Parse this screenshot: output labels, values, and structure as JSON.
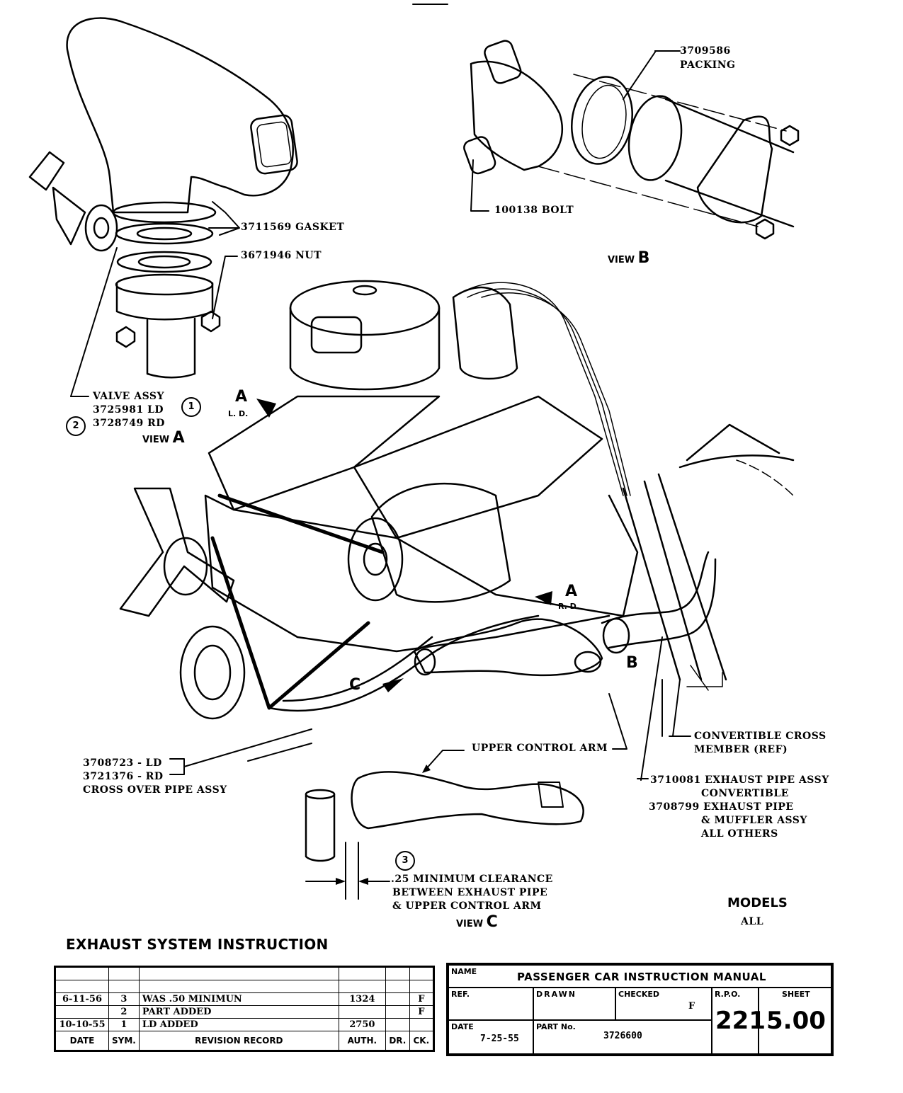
{
  "document": {
    "title": "EXHAUST SYSTEM INSTRUCTION",
    "models_label": "MODELS",
    "models_value": "ALL"
  },
  "callouts": {
    "gasket": "3711569 GASKET",
    "nut": "3671946 NUT",
    "valve_assy": [
      "VALVE ASSY",
      "3725981 LD",
      "3728749 RD"
    ],
    "packing": [
      "3709586",
      "PACKING"
    ],
    "bolt": "100138 BOLT",
    "cross_over": [
      "3708723 - LD",
      "3721376 - RD",
      "CROSS OVER PIPE ASSY"
    ],
    "upper_control_arm": "UPPER CONTROL ARM",
    "convertible_cross_member": [
      "CONVERTIBLE CROSS",
      "MEMBER (REF)"
    ],
    "exhaust_pipe": [
      "3710081 EXHAUST PIPE ASSY",
      "CONVERTIBLE",
      "3708799 EXHAUST PIPE",
      "& MUFFLER ASSY",
      "ALL OTHERS"
    ],
    "clearance": [
      ".25 MINIMUM CLEARANCE",
      "BETWEEN EXHAUST PIPE",
      "& UPPER CONTROL ARM"
    ]
  },
  "views": {
    "a": {
      "word": "VIEW",
      "letter": "A"
    },
    "b": {
      "word": "VIEW",
      "letter": "B"
    },
    "c": {
      "word": "VIEW",
      "letter": "C"
    }
  },
  "markers": {
    "a_ld": {
      "letter": "A",
      "side": "L. D."
    },
    "a_rd": {
      "letter": "A",
      "side": "R. D."
    },
    "b": "B",
    "c": "C",
    "circle1": "1",
    "circle2": "2",
    "circle3": "3"
  },
  "revision_table": {
    "headers": [
      "DATE",
      "SYM.",
      "REVISION RECORD",
      "AUTH.",
      "DR.",
      "CK."
    ],
    "rows": [
      {
        "date": "",
        "sym": "",
        "record": "",
        "auth": "",
        "dr": "",
        "ck": ""
      },
      {
        "date": "",
        "sym": "",
        "record": "",
        "auth": "",
        "dr": "",
        "ck": ""
      },
      {
        "date": "6-11-56",
        "sym": "3",
        "record": "WAS .50 MINIMUN",
        "auth": "1324",
        "dr": "",
        "ck": "F"
      },
      {
        "date": "",
        "sym": "2",
        "record": "PART ADDED",
        "auth": "",
        "dr": "",
        "ck": "F"
      },
      {
        "date": "10-10-55",
        "sym": "1",
        "record": "LD ADDED",
        "auth": "2750",
        "dr": "",
        "ck": ""
      }
    ]
  },
  "title_block": {
    "name_caption": "NAME",
    "name_value": "PASSENGER CAR INSTRUCTION MANUAL",
    "ref_caption": "REF.",
    "ref_value": "",
    "drawn_caption": "DRAWN",
    "drawn_value": "",
    "checked_caption": "CHECKED",
    "checked_value": "F",
    "rpo_caption": "R.P.O.",
    "rpo_value": "221",
    "sheet_caption": "SHEET",
    "sheet_value": "5.00",
    "date_caption": "DATE",
    "date_value": "7-25-55",
    "part_caption": "PART No.",
    "part_value": "3726600"
  }
}
